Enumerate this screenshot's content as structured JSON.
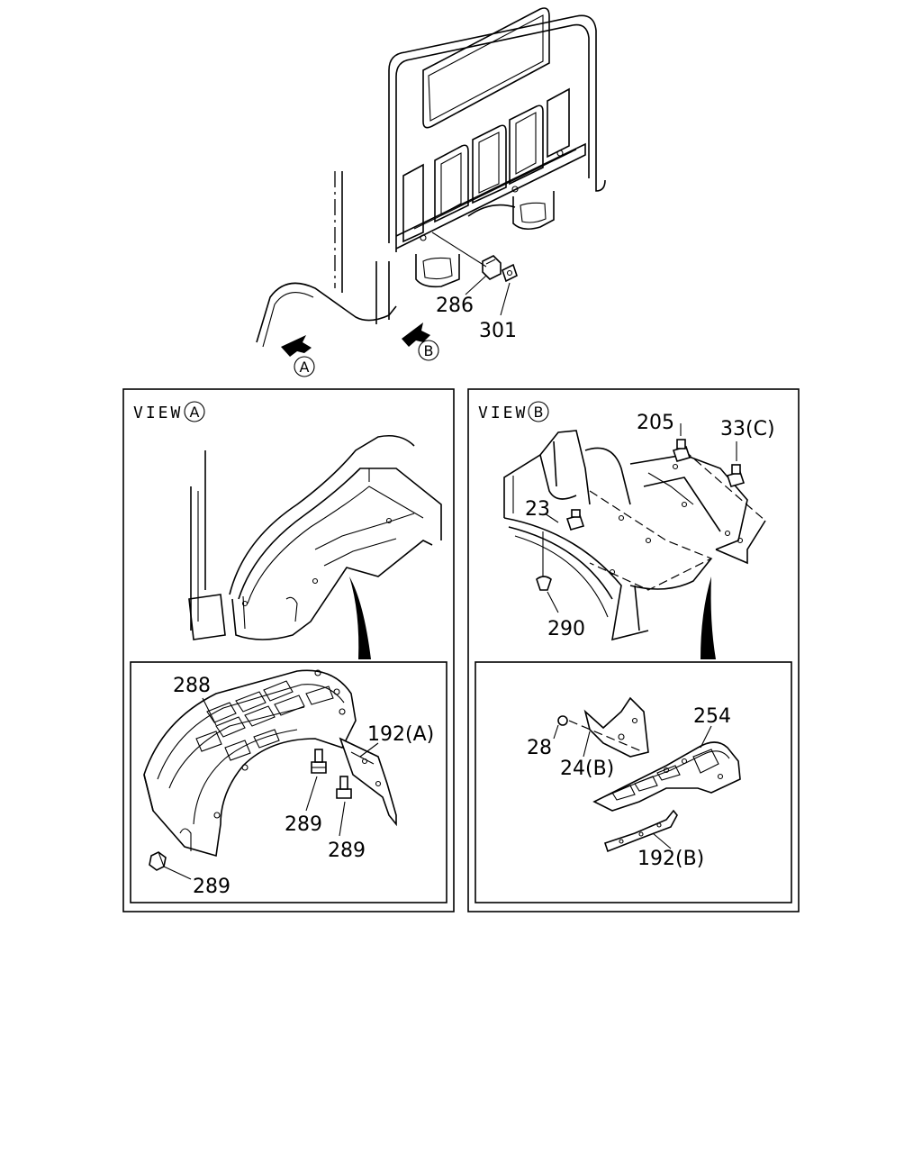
{
  "top_callouts": {
    "nut": "286",
    "plate": "301",
    "view_a_marker": "A",
    "view_b_marker": "B"
  },
  "view_a": {
    "title": "VIEW",
    "marker": "A",
    "labels": {
      "liner": "288",
      "bracket": "192(A)",
      "clip_1": "289",
      "clip_2": "289",
      "clip_3": "289"
    }
  },
  "view_b": {
    "title": "VIEW",
    "marker": "B",
    "labels": {
      "clip_top": "205",
      "clip_right": "33(C)",
      "clip_left": "23",
      "plug": "290",
      "screw": "28",
      "bracket_small": "24(B)",
      "liner": "254",
      "bracket_strip": "192(B)"
    }
  }
}
